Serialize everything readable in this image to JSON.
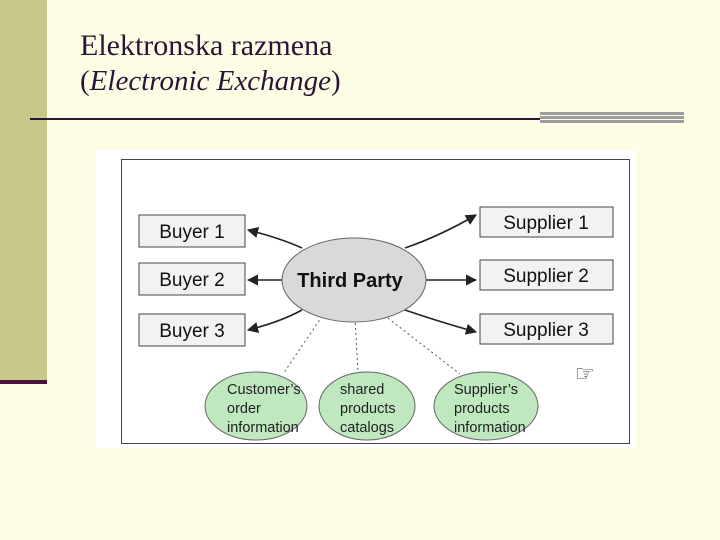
{
  "title": {
    "line1": "Elektronska razmena",
    "line2_open": "(",
    "line2_italic": "Electronic Exchange",
    "line2_close": ")"
  },
  "diagram": {
    "center": "Third Party",
    "buyers": [
      "Buyer 1",
      "Buyer 2",
      "Buyer 3"
    ],
    "suppliers": [
      "Supplier 1",
      "Supplier 2",
      "Supplier 3"
    ],
    "info": [
      [
        "Customer’s",
        "order",
        "information"
      ],
      [
        "shared",
        "products",
        "catalogs"
      ],
      [
        "Supplier’s",
        "products",
        "information"
      ]
    ]
  },
  "pointer_icon": "☞",
  "colors": {
    "background": "#fdfde6",
    "left_bar": "#c8c88a",
    "title": "#2a1535",
    "center_ellipse": "#d9d9d9",
    "info_ellipse": "#bfe8bf",
    "box_fill": "#f2f2f2"
  }
}
